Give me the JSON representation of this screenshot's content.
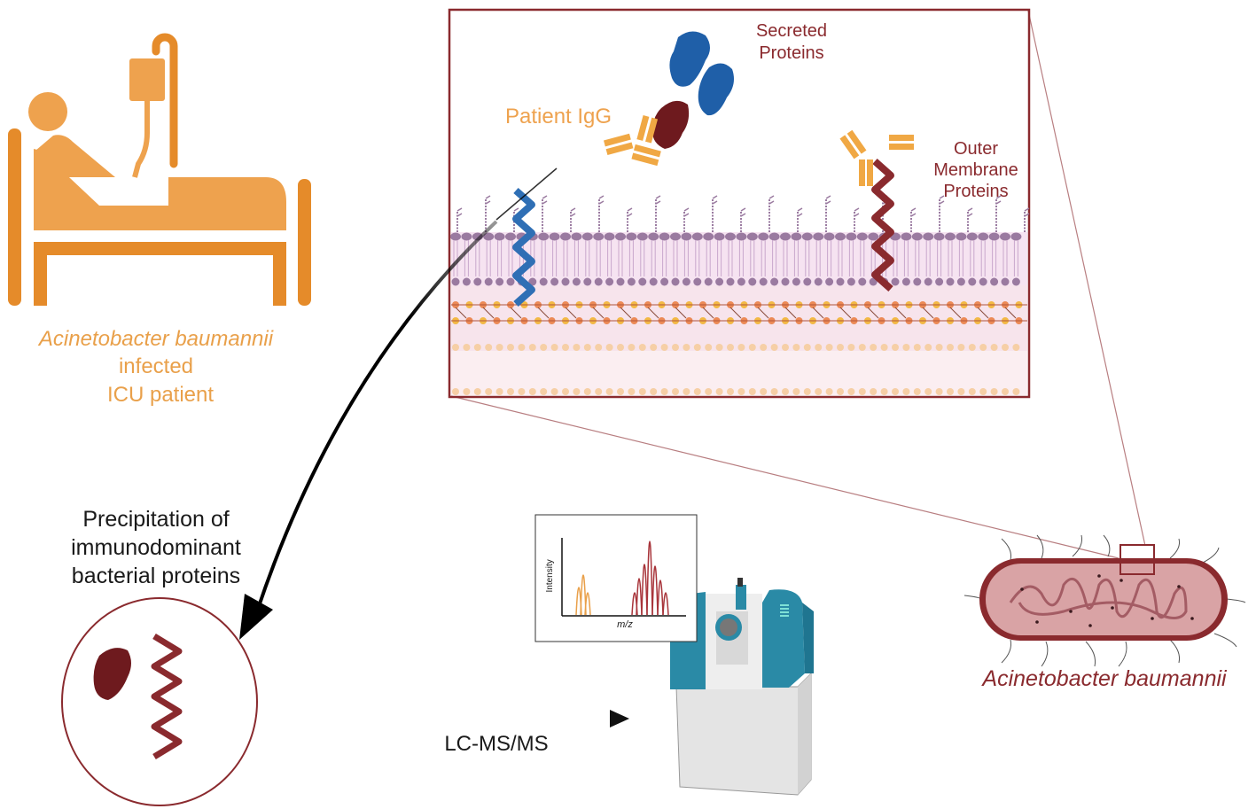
{
  "patient": {
    "label_line1": "Acinetobacter baumannii",
    "label_line2": "infected",
    "label_line3": "ICU patient",
    "icon": "patient-in-hospital-bed-with-iv"
  },
  "zoom_panel": {
    "igg_label": "Patient IgG",
    "secreted_line1": "Secreted",
    "secreted_line2": "Proteins",
    "omp_line1": "Outer",
    "omp_line2": "Membrane",
    "omp_line3": "Proteins"
  },
  "precipitation": {
    "line1": "Precipitation of",
    "line2": "immunodominant",
    "line3": "bacterial proteins"
  },
  "process": {
    "arrow_label": "LC-MS/MS"
  },
  "spectrum": {
    "y_label": "Intensity",
    "x_label": "m/z"
  },
  "bacterium": {
    "label": "Acinetobacter baumannii"
  },
  "colors": {
    "orange": "#e9a04a",
    "orange_dark": "#e58b2a",
    "maroon": "#8a2a2e",
    "blue_protein": "#1f5fa8",
    "membrane_purple": "#9a7aa0",
    "ms_teal": "#2a8aa6"
  }
}
